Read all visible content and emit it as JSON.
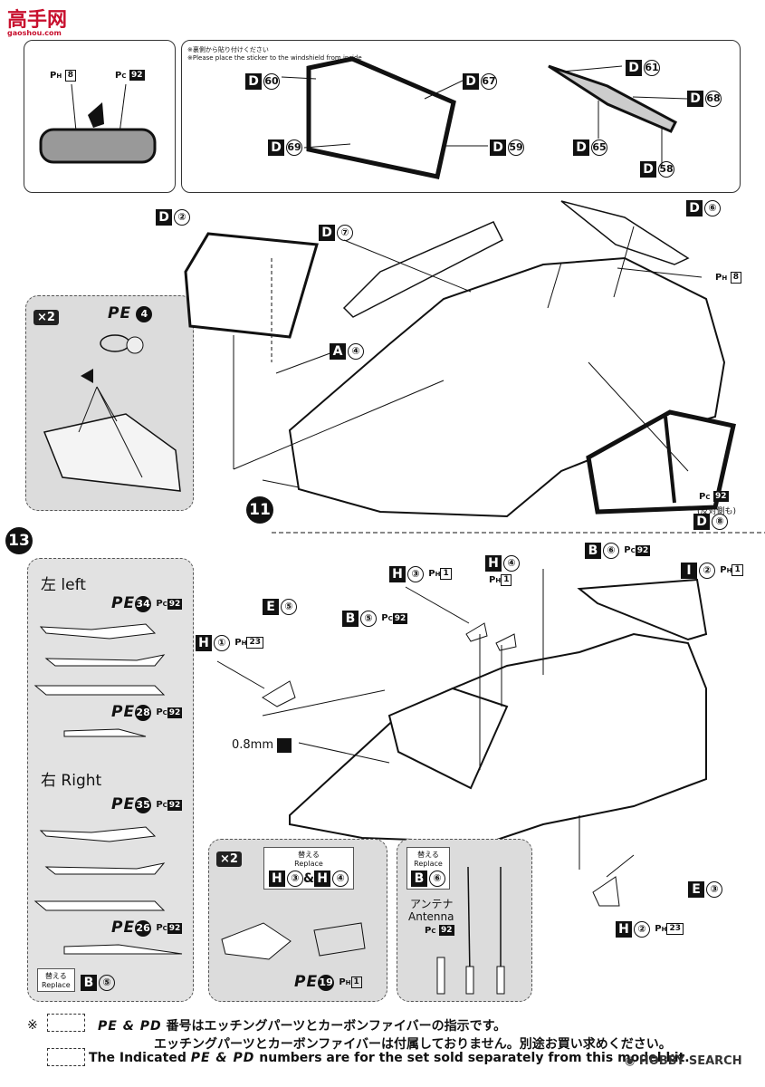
{
  "watermark": {
    "site_cn": "高手网",
    "site_url": "gaoshou.com"
  },
  "sticker_note": {
    "jp": "※裏側から貼り付けください",
    "en": "※Please place the sticker to the windshield from inside"
  },
  "labels": {
    "ph8": "PH 8",
    "pc92": "PC 92",
    "d60": "60",
    "d67": "67",
    "d69": "69",
    "d59": "59",
    "d61": "61",
    "d68": "68",
    "d65": "65",
    "d58": "58",
    "D2": "②",
    "D7": "⑦",
    "D6": "⑥",
    "D8": "⑧",
    "A4": "④",
    "pe4": "4",
    "x2": "×2",
    "opposite_side": "(反対側も)"
  },
  "steps": {
    "s11": "11",
    "s13": "13"
  },
  "left_panel": {
    "left_label": "左 left",
    "pe34": "34",
    "pe28": "28",
    "right_label": "右 Right",
    "pe35": "35",
    "pe26": "26",
    "replace_jp": "替える",
    "replace_en": "Replace",
    "replace_part": "⑤"
  },
  "main": {
    "H3": "③",
    "H4": "④",
    "B6": "⑥",
    "I2": "②",
    "E5": "⑤",
    "B5": "⑤",
    "H1": "①",
    "ph23": "23",
    "ph1": "1",
    "thickness": "0.8mm",
    "E3": "③",
    "H2": "②"
  },
  "sub_panel1": {
    "x2": "×2",
    "replace_jp": "替える",
    "replace_en": "Replace",
    "h3": "③",
    "amp": "&",
    "h4": "④",
    "pe19": "19"
  },
  "sub_panel2": {
    "replace_jp": "替える",
    "replace_en": "Replace",
    "b6": "⑥",
    "antenna_jp": "アンテナ",
    "antenna_en": "Antenna"
  },
  "footer": {
    "mark": "※",
    "line1": "番号はエッチングパーツとカーボンファイバーの指示です。",
    "line2": "エッチングパーツとカーボンファイバーは付属しておりません。別途お買い求めください。",
    "line3": "numbers are for the set sold separately from this model kit.",
    "line3_prefix": "The Indicated",
    "pe_pd": "PE & PD",
    "brand": "HOBBY SEARCH"
  }
}
